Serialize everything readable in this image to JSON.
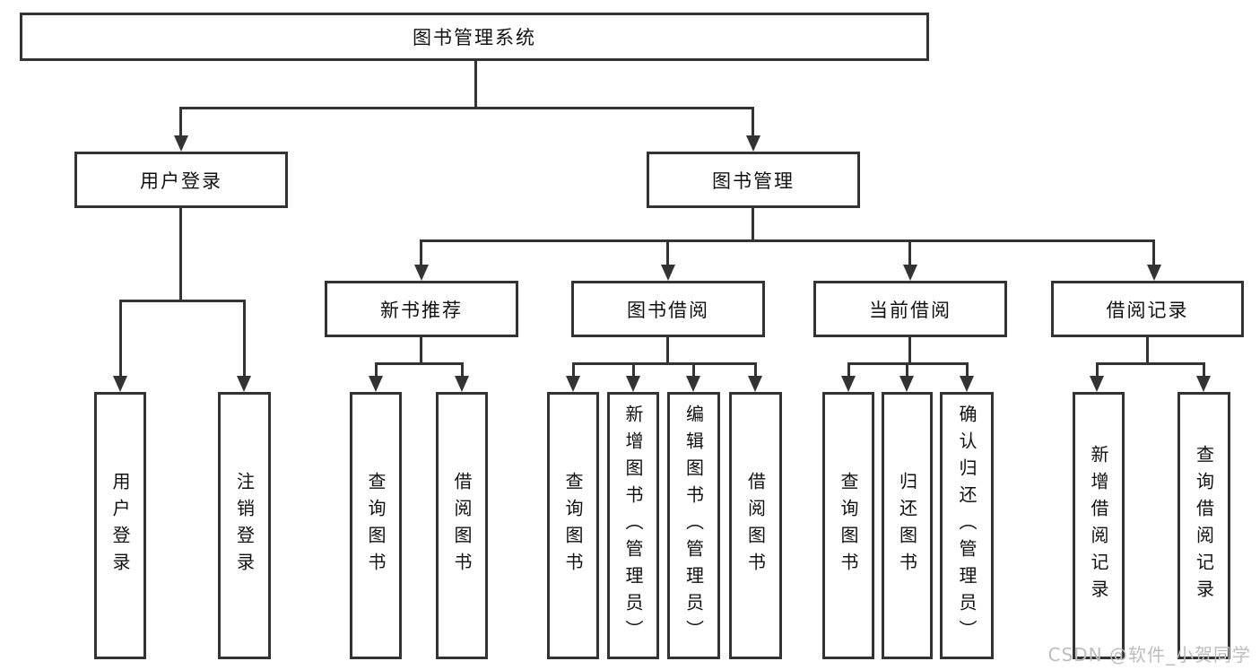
{
  "watermark": "CSDN @软件_小贺同学",
  "colors": {
    "line": "#333333",
    "box_background": "#ffffff",
    "text": "#111111",
    "watermark": "#bdbdbd"
  },
  "nodes": {
    "root": "图书管理系统",
    "user_login": "用户登录",
    "book_mgmt": "图书管理",
    "new_book": "新书推荐",
    "book_borrow": "图书借阅",
    "current_borrow": "当前借阅",
    "borrow_record": "借阅记录",
    "leaf_user_login": "用户登录",
    "leaf_logout": "注销登录",
    "nb_query": "查询图书",
    "nb_borrow": "借阅图书",
    "bb_query": "查询图书",
    "bb_add": "新增图书（管理员）",
    "bb_edit": "编辑图书（管理员）",
    "bb_borrow": "借阅图书",
    "cb_query": "查询图书",
    "cb_return": "归还图书",
    "cb_confirm": "确认归还（管理员）",
    "br_add": "新增借阅记录",
    "br_query": "查询借阅记录"
  }
}
